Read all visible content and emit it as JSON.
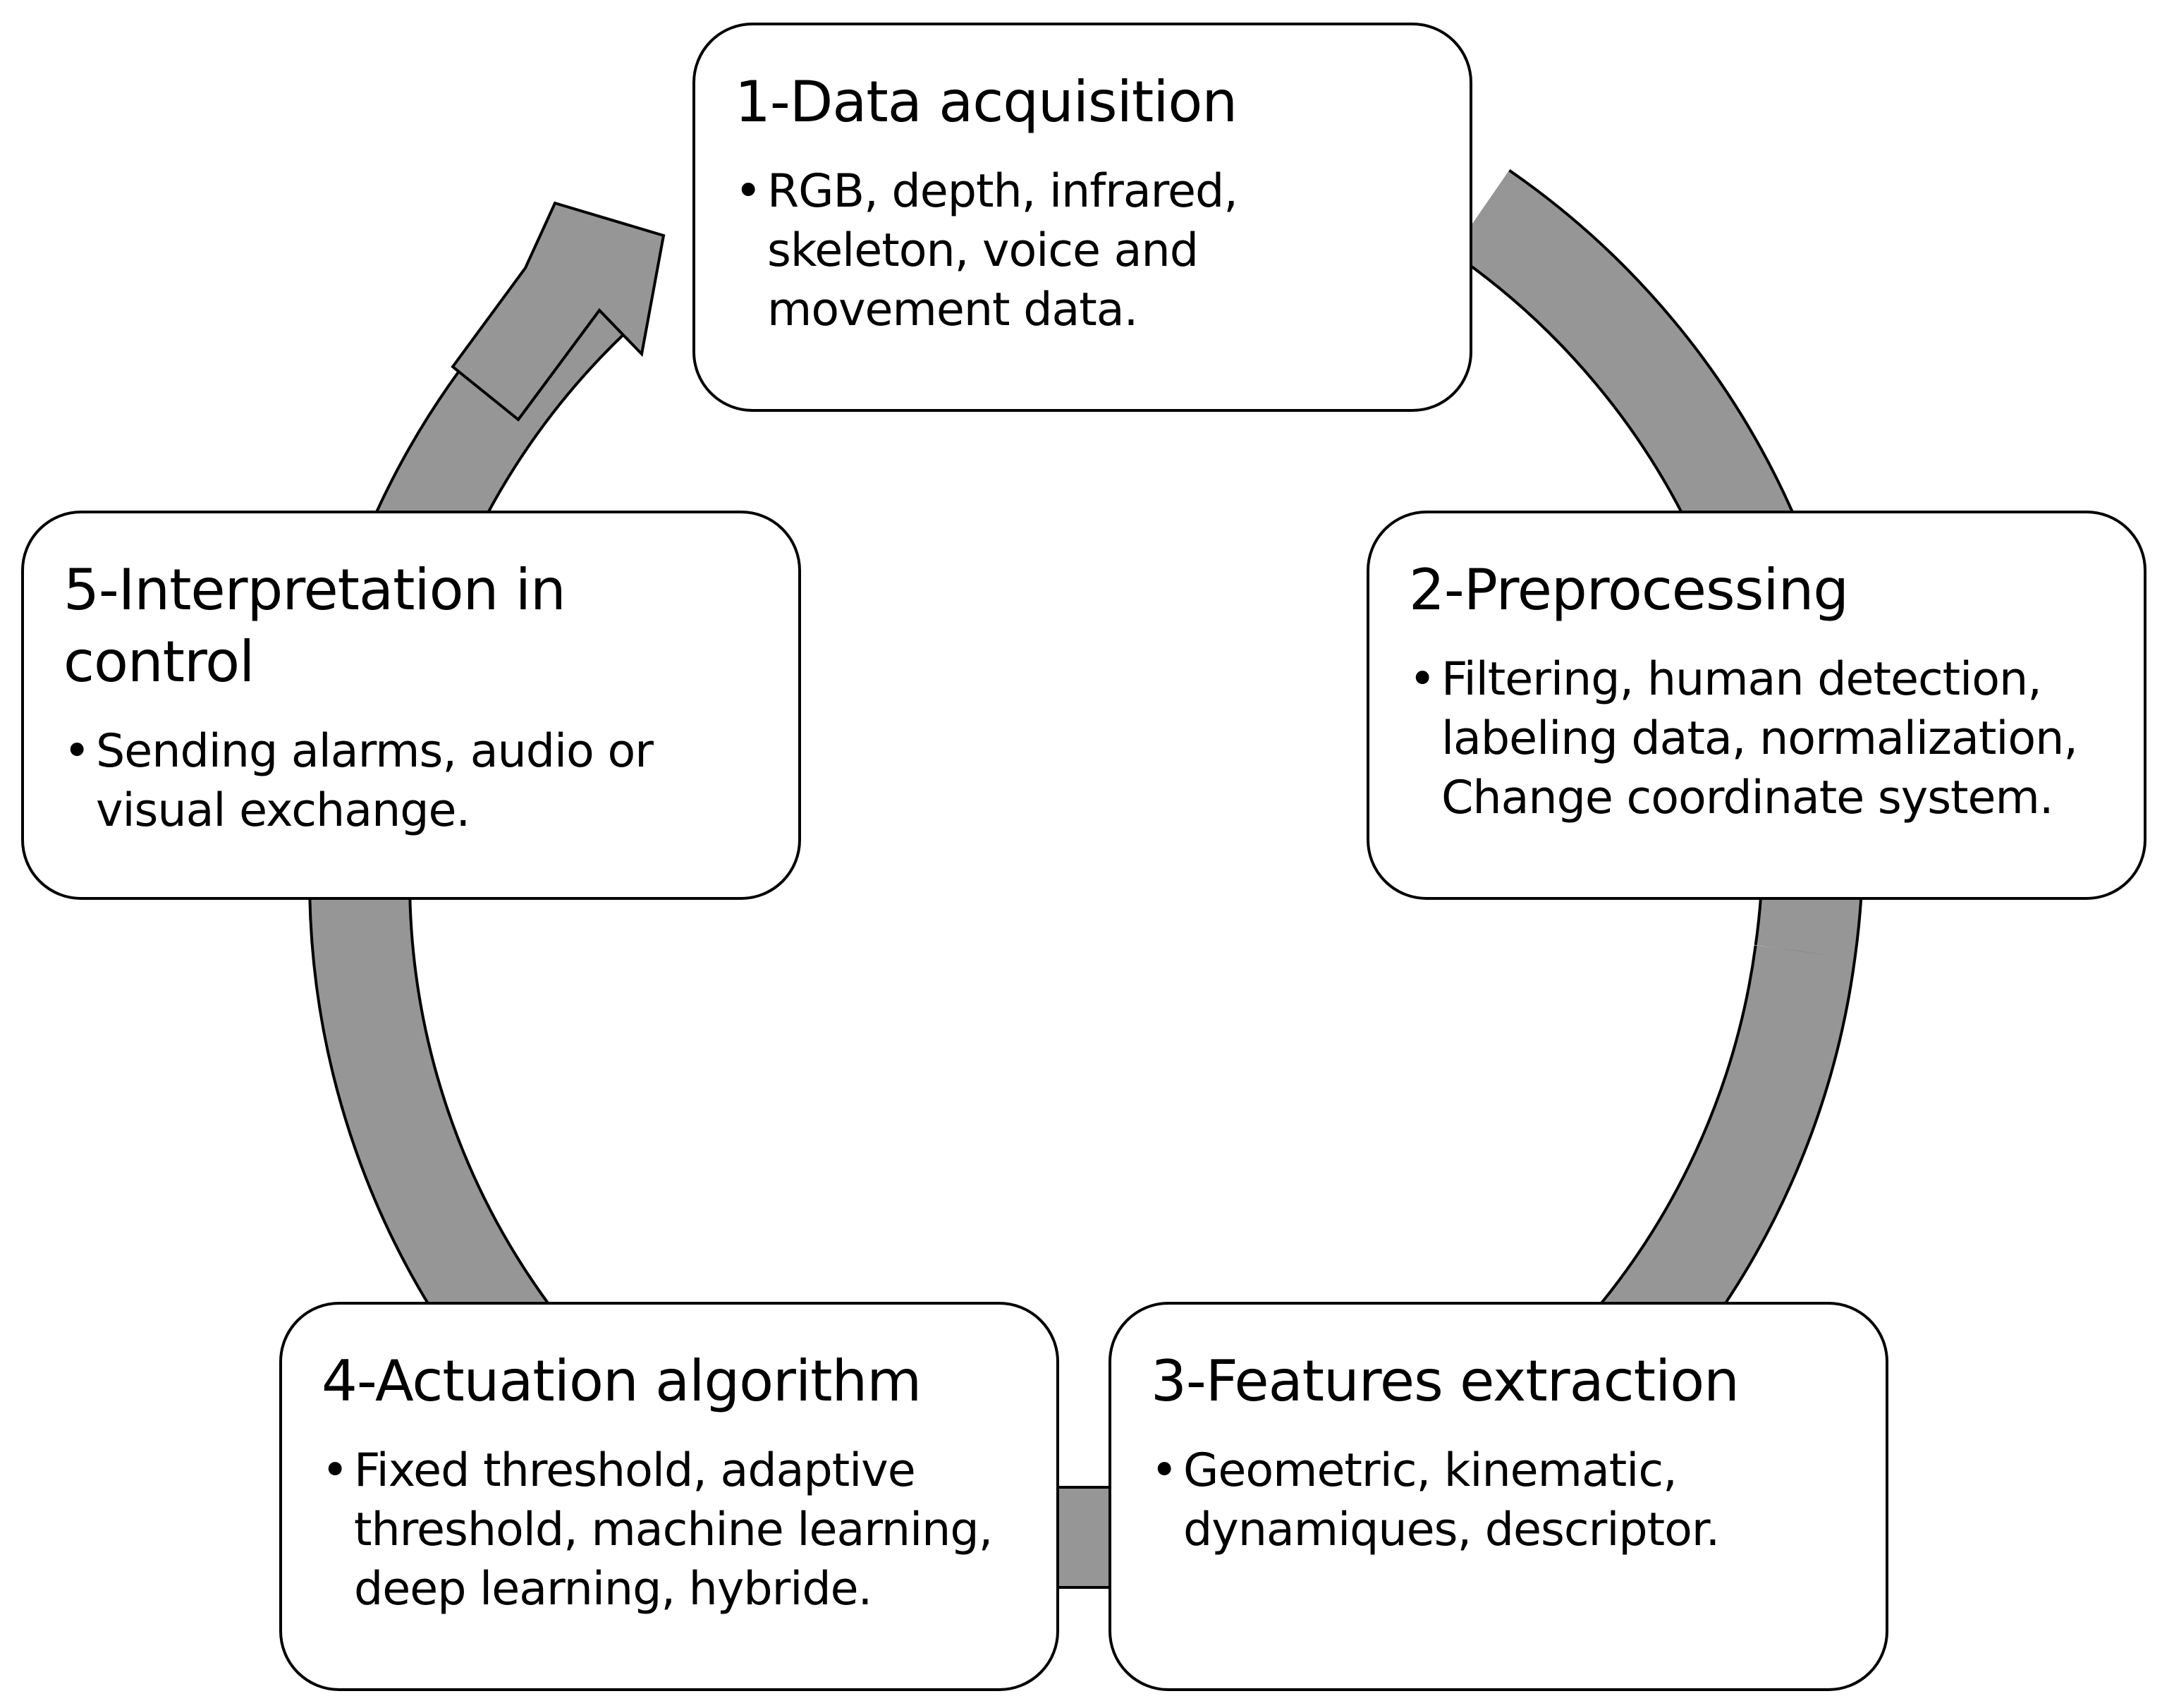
{
  "diagram": {
    "steps": [
      {
        "title": "1-Data acquisition",
        "items": [
          "RGB, depth, infrared, skeleton, voice and movement data."
        ]
      },
      {
        "title": "2-Preprocessing",
        "items": [
          "Filtering, human detection, labeling data, normalization, Change coordinate system."
        ]
      },
      {
        "title": "3-Features extraction",
        "items": [
          "Geometric, kinematic, dynamiques, descriptor."
        ]
      },
      {
        "title": "4-Actuation algorithm",
        "items": [
          "Fixed threshold, adaptive threshold, machine learning, deep learning, hybride."
        ]
      },
      {
        "title": "5-Interpretation in control",
        "items": [
          "Sending alarms, audio or visual exchange."
        ]
      }
    ],
    "bullet_glyph": "•",
    "colors": {
      "arrow_fill": "#969696",
      "outline": "#000000",
      "box_fill": "#ffffff"
    }
  }
}
